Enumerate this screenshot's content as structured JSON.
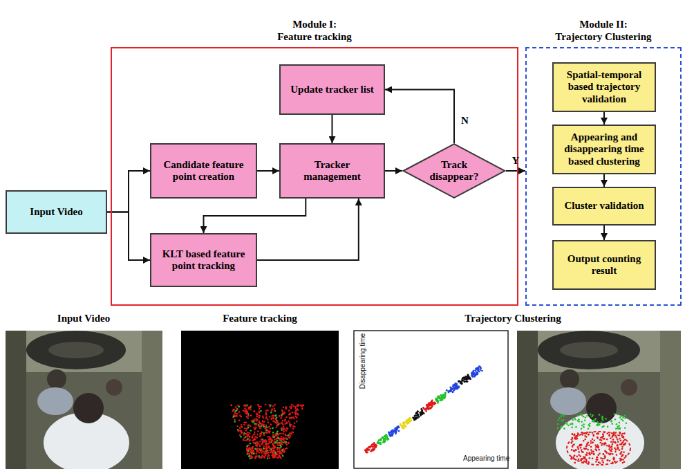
{
  "diagram": {
    "nodes": [
      {
        "text": [
          "Module I: Feature tracking"
        ]
      },
      {
        "text": [
          "Module II: Trajectory Clustering"
        ]
      },
      {
        "text": [
          "Input Video"
        ]
      },
      {
        "text": [
          "Update tracker list"
        ],
        "in": 0
      },
      {
        "text": [
          "Candidate feature point creation"
        ],
        "in": 0
      },
      {
        "text": [
          "Tracker management"
        ],
        "in": 0
      },
      {
        "text": [
          "Track disappear?"
        ],
        "in": 0
      },
      {
        "text": [
          "KLT based feature point tracking"
        ],
        "in": 0
      },
      {
        "text": [
          "Spatial-temporal based trajectory validation"
        ],
        "in": 1
      },
      {
        "text": [
          "Appearing and disappearing time based clustering"
        ],
        "in": 1
      },
      {
        "text": [
          "Cluster validation"
        ],
        "in": 1
      },
      {
        "text": [
          "Output counting result"
        ],
        "in": 1
      }
    ],
    "edges": [
      {
        "from": 2,
        "to": 4,
        "arrow": "to"
      },
      {
        "from": 2,
        "to": 7,
        "arrow": "to"
      },
      {
        "from": 4,
        "to": 5,
        "arrow": "to"
      },
      {
        "from": 5,
        "to": 6,
        "arrow": "to"
      },
      {
        "from": 6,
        "to": 3,
        "label": "N",
        "arrow": "to"
      },
      {
        "from": 3,
        "to": 5,
        "arrow": "to"
      },
      {
        "from": 5,
        "to": 7,
        "arrow": "to"
      },
      {
        "from": 7,
        "to": 5,
        "arrow": "to"
      },
      {
        "from": 6,
        "to": 1,
        "label": "Y",
        "arrow": "to"
      },
      {
        "from": 8,
        "to": 9,
        "arrow": "to"
      },
      {
        "from": 9,
        "to": 10,
        "arrow": "to"
      },
      {
        "from": 10,
        "to": 11,
        "arrow": "to"
      }
    ],
    "labels": [
      "Input Video",
      "Feature tracking",
      "Trajectory Clustering",
      "Disappearing time",
      "Appearing time"
    ]
  }
}
